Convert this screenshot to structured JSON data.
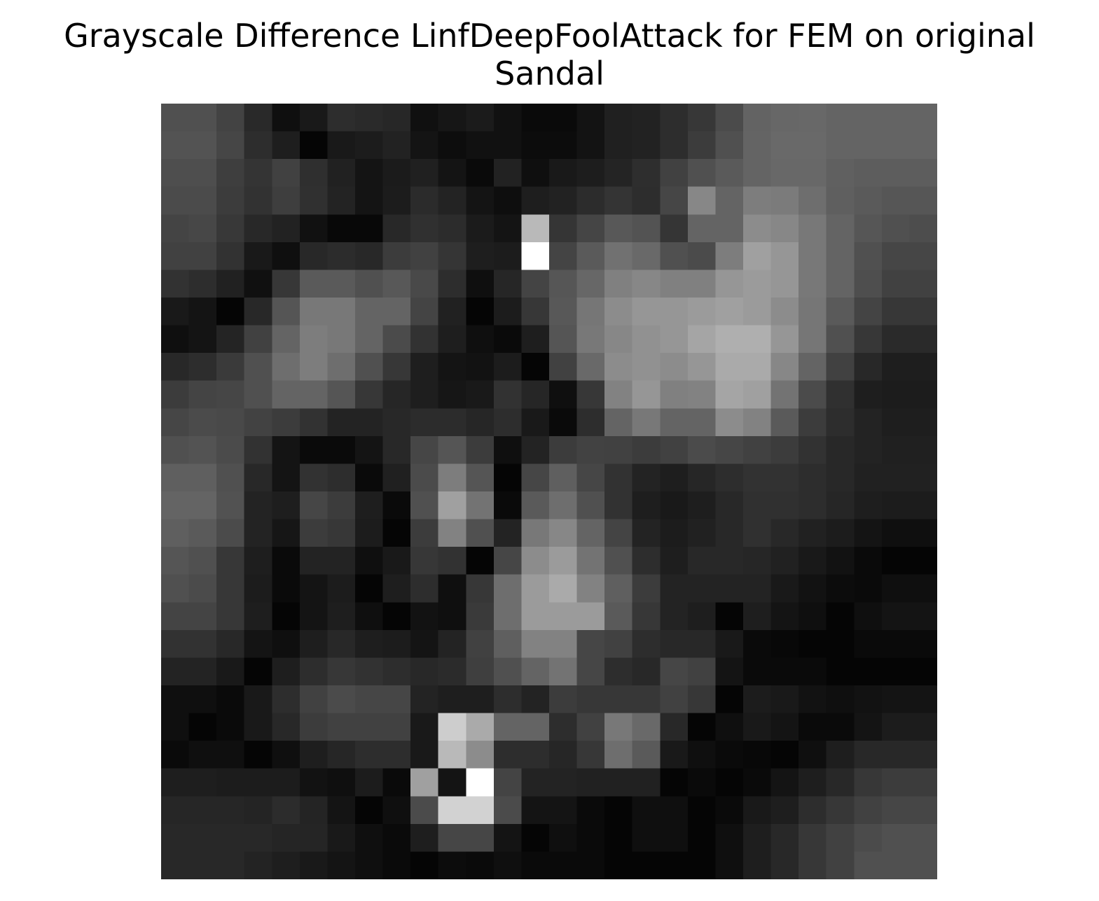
{
  "chart_data": {
    "type": "heatmap",
    "title_lines": [
      "Grayscale Difference LinfDeepFoolAttack for FEM on original",
      "Sandal"
    ],
    "colormap": "gray",
    "rows": 28,
    "cols": 28,
    "values": [
      [
        80,
        80,
        67,
        41,
        15,
        25,
        45,
        42,
        39,
        16,
        22,
        27,
        17,
        10,
        10,
        19,
        32,
        34,
        45,
        55,
        75,
        99,
        103,
        104,
        100,
        100,
        100,
        100
      ],
      [
        83,
        83,
        70,
        45,
        30,
        5,
        25,
        28,
        34,
        20,
        13,
        17,
        17,
        12,
        12,
        19,
        32,
        34,
        45,
        60,
        80,
        100,
        105,
        105,
        100,
        100,
        100,
        100
      ],
      [
        78,
        78,
        62,
        52,
        65,
        47,
        33,
        20,
        27,
        32,
        20,
        10,
        34,
        15,
        25,
        29,
        36,
        46,
        65,
        80,
        90,
        100,
        104,
        104,
        96,
        93,
        93,
        93
      ],
      [
        75,
        75,
        60,
        50,
        62,
        48,
        35,
        20,
        28,
        43,
        35,
        20,
        14,
        30,
        34,
        44,
        52,
        45,
        70,
        135,
        100,
        125,
        123,
        110,
        95,
        90,
        86,
        86
      ],
      [
        68,
        71,
        56,
        40,
        34,
        17,
        8,
        8,
        40,
        48,
        44,
        27,
        20,
        185,
        53,
        69,
        88,
        83,
        53,
        100,
        100,
        140,
        135,
        120,
        100,
        86,
        80,
        77
      ],
      [
        65,
        65,
        50,
        25,
        15,
        40,
        44,
        40,
        60,
        65,
        53,
        30,
        28,
        255,
        68,
        90,
        113,
        105,
        80,
        75,
        125,
        160,
        150,
        120,
        100,
        80,
        70,
        70
      ],
      [
        50,
        45,
        33,
        16,
        55,
        90,
        90,
        80,
        88,
        73,
        45,
        15,
        38,
        68,
        86,
        103,
        128,
        135,
        128,
        128,
        150,
        155,
        150,
        120,
        100,
        78,
        65,
        65
      ],
      [
        25,
        20,
        5,
        40,
        85,
        120,
        120,
        100,
        100,
        68,
        33,
        5,
        28,
        55,
        88,
        118,
        140,
        150,
        150,
        155,
        160,
        155,
        140,
        118,
        90,
        68,
        55,
        55
      ],
      [
        15,
        20,
        36,
        65,
        100,
        125,
        120,
        100,
        75,
        50,
        30,
        15,
        10,
        30,
        85,
        120,
        135,
        145,
        150,
        165,
        175,
        175,
        150,
        118,
        80,
        55,
        42,
        42
      ],
      [
        40,
        45,
        58,
        80,
        110,
        125,
        110,
        80,
        55,
        30,
        20,
        18,
        28,
        5,
        65,
        105,
        140,
        145,
        140,
        150,
        170,
        170,
        135,
        100,
        65,
        40,
        30,
        30
      ],
      [
        60,
        68,
        70,
        80,
        100,
        100,
        85,
        55,
        38,
        30,
        22,
        25,
        50,
        38,
        15,
        55,
        130,
        150,
        128,
        130,
        165,
        160,
        115,
        75,
        48,
        30,
        28,
        28
      ],
      [
        70,
        75,
        73,
        66,
        60,
        50,
        35,
        35,
        40,
        44,
        44,
        38,
        45,
        25,
        10,
        45,
        100,
        120,
        100,
        100,
        140,
        130,
        90,
        60,
        45,
        35,
        30,
        30
      ],
      [
        80,
        83,
        75,
        50,
        20,
        10,
        10,
        20,
        40,
        70,
        85,
        60,
        15,
        35,
        60,
        66,
        65,
        60,
        65,
        75,
        70,
        65,
        60,
        50,
        40,
        35,
        32,
        32
      ],
      [
        95,
        95,
        80,
        40,
        20,
        50,
        45,
        10,
        32,
        75,
        125,
        85,
        5,
        70,
        95,
        70,
        50,
        35,
        30,
        38,
        45,
        50,
        50,
        45,
        40,
        33,
        33,
        33
      ],
      [
        100,
        100,
        82,
        35,
        30,
        70,
        60,
        30,
        10,
        80,
        160,
        115,
        10,
        90,
        110,
        80,
        50,
        30,
        25,
        30,
        40,
        48,
        48,
        45,
        38,
        30,
        28,
        28
      ],
      [
        95,
        90,
        75,
        35,
        22,
        60,
        55,
        28,
        5,
        60,
        130,
        80,
        35,
        120,
        135,
        100,
        68,
        35,
        28,
        33,
        40,
        48,
        40,
        33,
        28,
        20,
        15,
        15
      ],
      [
        85,
        80,
        55,
        30,
        10,
        35,
        35,
        15,
        25,
        55,
        50,
        5,
        70,
        140,
        155,
        115,
        80,
        45,
        30,
        40,
        40,
        38,
        33,
        25,
        18,
        10,
        5,
        5
      ],
      [
        80,
        75,
        55,
        28,
        10,
        20,
        28,
        5,
        30,
        45,
        15,
        55,
        110,
        155,
        170,
        130,
        95,
        60,
        35,
        35,
        35,
        35,
        25,
        18,
        12,
        10,
        15,
        15
      ],
      [
        68,
        68,
        55,
        30,
        5,
        20,
        30,
        15,
        5,
        18,
        15,
        58,
        110,
        155,
        155,
        155,
        90,
        55,
        35,
        30,
        5,
        30,
        20,
        15,
        5,
        15,
        20,
        20
      ],
      [
        50,
        50,
        40,
        20,
        15,
        30,
        40,
        30,
        28,
        20,
        35,
        65,
        95,
        130,
        130,
        70,
        65,
        45,
        40,
        40,
        25,
        10,
        8,
        5,
        5,
        10,
        10,
        10
      ],
      [
        35,
        35,
        25,
        5,
        30,
        45,
        55,
        50,
        45,
        40,
        43,
        63,
        80,
        100,
        115,
        70,
        45,
        40,
        70,
        65,
        20,
        10,
        10,
        10,
        5,
        5,
        5,
        5
      ],
      [
        15,
        15,
        10,
        25,
        45,
        65,
        75,
        70,
        70,
        35,
        30,
        30,
        45,
        35,
        60,
        55,
        55,
        55,
        65,
        55,
        5,
        28,
        25,
        18,
        15,
        18,
        20,
        20
      ],
      [
        15,
        5,
        10,
        25,
        40,
        60,
        65,
        65,
        65,
        25,
        205,
        170,
        100,
        100,
        45,
        65,
        120,
        105,
        40,
        5,
        15,
        25,
        20,
        10,
        10,
        20,
        28,
        28
      ],
      [
        10,
        15,
        15,
        5,
        15,
        30,
        38,
        45,
        45,
        25,
        185,
        140,
        45,
        45,
        38,
        55,
        110,
        90,
        25,
        15,
        10,
        8,
        5,
        15,
        30,
        40,
        40,
        40
      ],
      [
        30,
        30,
        28,
        28,
        28,
        18,
        15,
        28,
        10,
        160,
        20,
        255,
        68,
        35,
        35,
        33,
        33,
        33,
        5,
        10,
        5,
        10,
        20,
        30,
        40,
        55,
        60,
        60
      ],
      [
        38,
        38,
        38,
        36,
        44,
        36,
        20,
        5,
        15,
        75,
        210,
        210,
        75,
        20,
        20,
        10,
        5,
        15,
        15,
        5,
        10,
        25,
        30,
        45,
        55,
        65,
        70,
        70
      ],
      [
        40,
        40,
        40,
        40,
        37,
        37,
        25,
        15,
        10,
        30,
        70,
        70,
        20,
        5,
        15,
        10,
        5,
        15,
        15,
        5,
        15,
        30,
        40,
        55,
        65,
        75,
        80,
        80
      ],
      [
        40,
        40,
        40,
        35,
        30,
        25,
        20,
        15,
        10,
        5,
        12,
        10,
        15,
        10,
        10,
        10,
        5,
        5,
        5,
        5,
        15,
        30,
        40,
        55,
        65,
        80,
        80,
        80
      ]
    ]
  }
}
